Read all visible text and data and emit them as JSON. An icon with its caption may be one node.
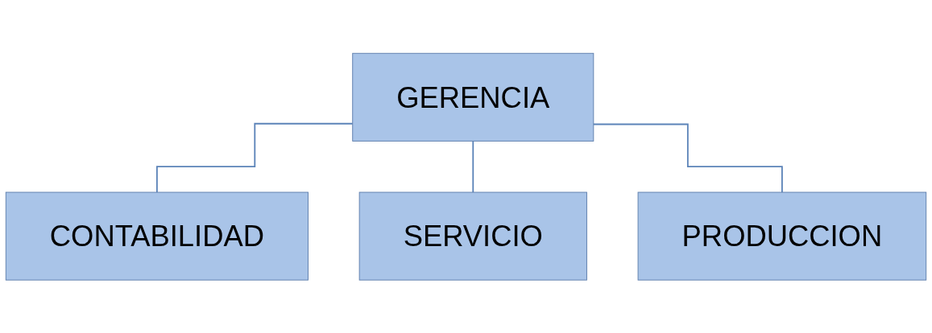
{
  "diagram": {
    "nodes": [
      {
        "text": [
          "GERENCIA"
        ]
      },
      {
        "text": [
          "CONTABILIDAD"
        ]
      },
      {
        "text": [
          "SERVICIO"
        ]
      },
      {
        "text": [
          "PRODUCCION"
        ]
      }
    ],
    "edges": [
      {
        "from": 0,
        "to": 1,
        "arrow": "none"
      },
      {
        "from": 0,
        "to": 2,
        "arrow": "none"
      },
      {
        "from": 0,
        "to": 3,
        "arrow": "none"
      }
    ]
  }
}
